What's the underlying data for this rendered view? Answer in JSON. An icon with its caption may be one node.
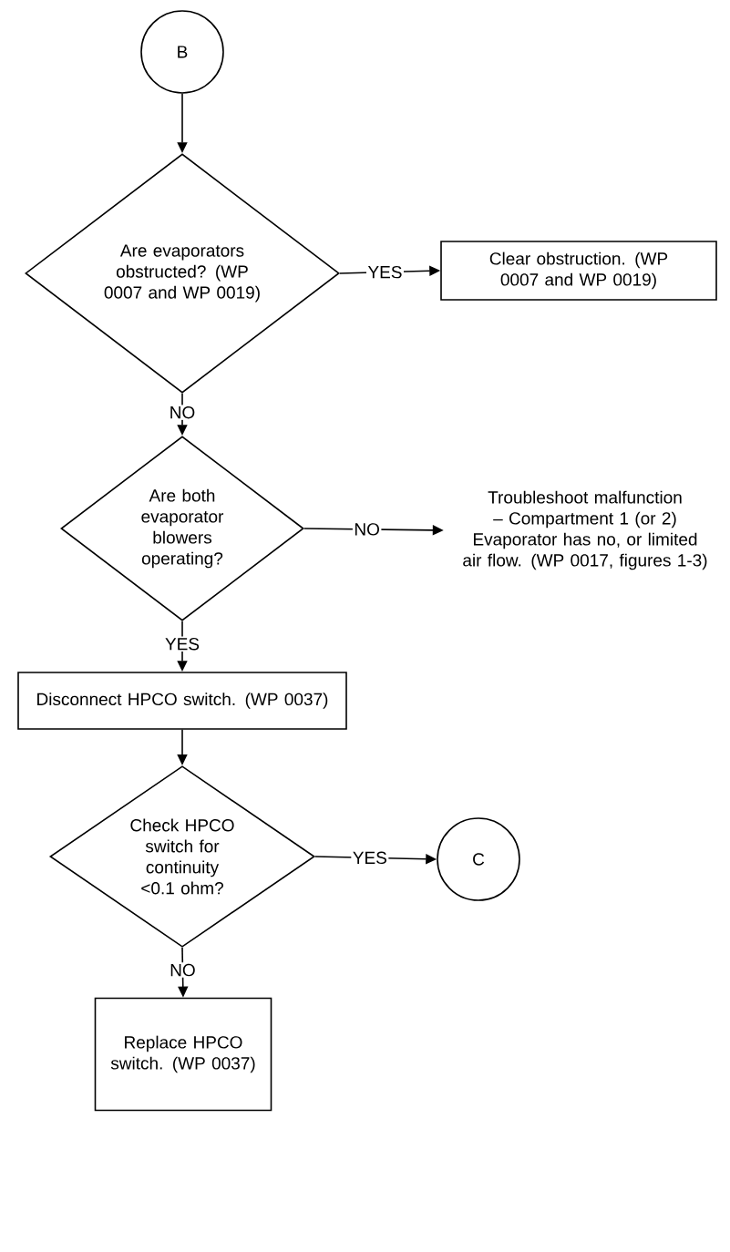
{
  "diagram": {
    "nodes": [
      {
        "text": [
          "B"
        ]
      },
      {
        "text": [
          "Are evaporators obstructed? (WP 0007 and WP 0019)"
        ]
      },
      {
        "text": [
          "Clear obstruction. (WP 0007 and WP 0019)"
        ]
      },
      {
        "text": [
          "Are both evaporator blowers operating?"
        ]
      },
      {
        "text": [
          "Troubleshoot malfunction – Compartment 1 (or 2) Evaporator has no, or limited air flow. (WP 0017, figures 1-3)"
        ]
      },
      {
        "text": [
          "Disconnect HPCO switch. (WP 0037)"
        ]
      },
      {
        "text": [
          "Check HPCO switch for continuity <0.1 ohm?"
        ]
      },
      {
        "text": [
          "C"
        ]
      },
      {
        "text": [
          "Replace HPCO switch. (WP 0037)"
        ]
      }
    ],
    "edges": [
      {
        "from": 0,
        "to": 1,
        "arrow": "to"
      },
      {
        "from": 1,
        "to": 2,
        "arrow": "to",
        "label": "YES"
      },
      {
        "from": 1,
        "to": 3,
        "arrow": "to",
        "label": "NO"
      },
      {
        "from": 3,
        "to": 4,
        "arrow": "to",
        "label": "NO"
      },
      {
        "from": 3,
        "to": 5,
        "arrow": "to",
        "label": "YES"
      },
      {
        "from": 5,
        "to": 6,
        "arrow": "to"
      },
      {
        "from": 6,
        "to": 7,
        "arrow": "to",
        "label": "YES"
      },
      {
        "from": 6,
        "to": 8,
        "arrow": "to",
        "label": "NO"
      }
    ]
  }
}
